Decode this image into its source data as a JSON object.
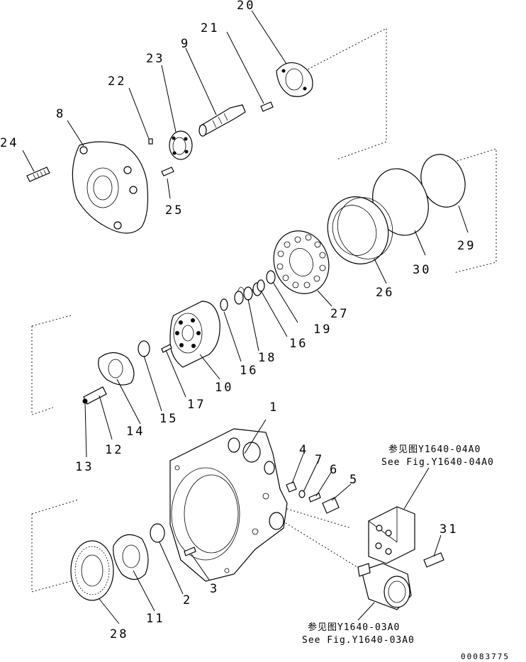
{
  "parts": [
    {
      "label": "1"
    },
    {
      "label": "2"
    },
    {
      "label": "3"
    },
    {
      "label": "4"
    },
    {
      "label": "5"
    },
    {
      "label": "6"
    },
    {
      "label": "7"
    },
    {
      "label": "8"
    },
    {
      "label": "9"
    },
    {
      "label": "10"
    },
    {
      "label": "11"
    },
    {
      "label": "12"
    },
    {
      "label": "13"
    },
    {
      "label": "14"
    },
    {
      "label": "15"
    },
    {
      "label": "16"
    },
    {
      "label": "16"
    },
    {
      "label": "17"
    },
    {
      "label": "18"
    },
    {
      "label": "19"
    },
    {
      "label": "20"
    },
    {
      "label": "21"
    },
    {
      "label": "22"
    },
    {
      "label": "23"
    },
    {
      "label": "24"
    },
    {
      "label": "25"
    },
    {
      "label": "26"
    },
    {
      "label": "27"
    },
    {
      "label": "28"
    },
    {
      "label": "29"
    },
    {
      "label": "30"
    },
    {
      "label": "31"
    }
  ],
  "references": {
    "valve_block": {
      "cn": "参见图Y1640-04A0",
      "en": "See Fig.Y1640-04A0"
    },
    "motor": {
      "cn": "参见图Y1640-03A0",
      "en": "See Fig.Y1640-03A0"
    }
  },
  "drawing_code": "00083775"
}
